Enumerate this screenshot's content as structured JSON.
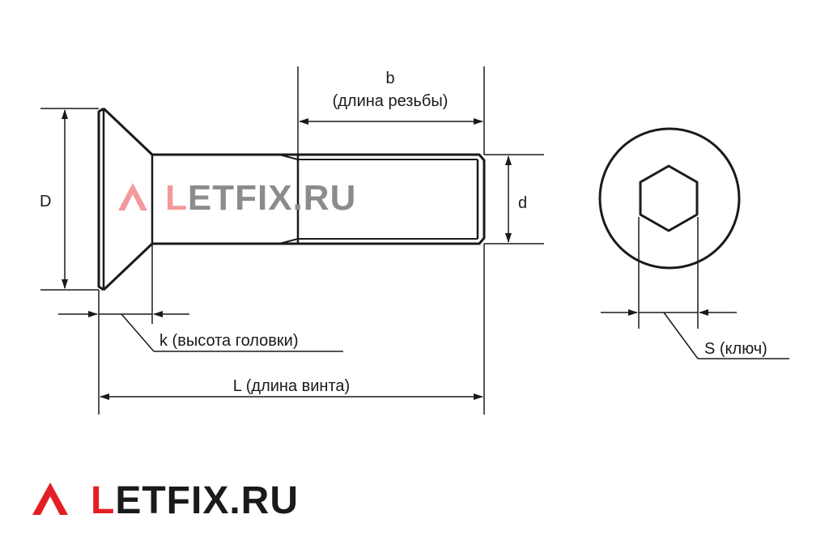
{
  "labels": {
    "D": "D",
    "d": "d",
    "b": "b",
    "b_note": "(длина резьбы)",
    "k": "k (высота головки)",
    "L": "L (длина винта)",
    "S": "S (ключ)"
  },
  "watermark": {
    "first_letter": "L",
    "rest": "ETFIX.RU"
  },
  "logo": {
    "first_letter": "L",
    "rest": "ETFIX.RU"
  },
  "colors": {
    "line": "#1a1a1a",
    "brand_red": "#e31e24",
    "brand_dark": "#1a1a1a",
    "watermark_red": "#f29a9c",
    "watermark_gray": "#8c8c8c"
  },
  "icons": {
    "logo_mark": "chevron-caret-icon",
    "drive": "hex-socket-icon"
  }
}
